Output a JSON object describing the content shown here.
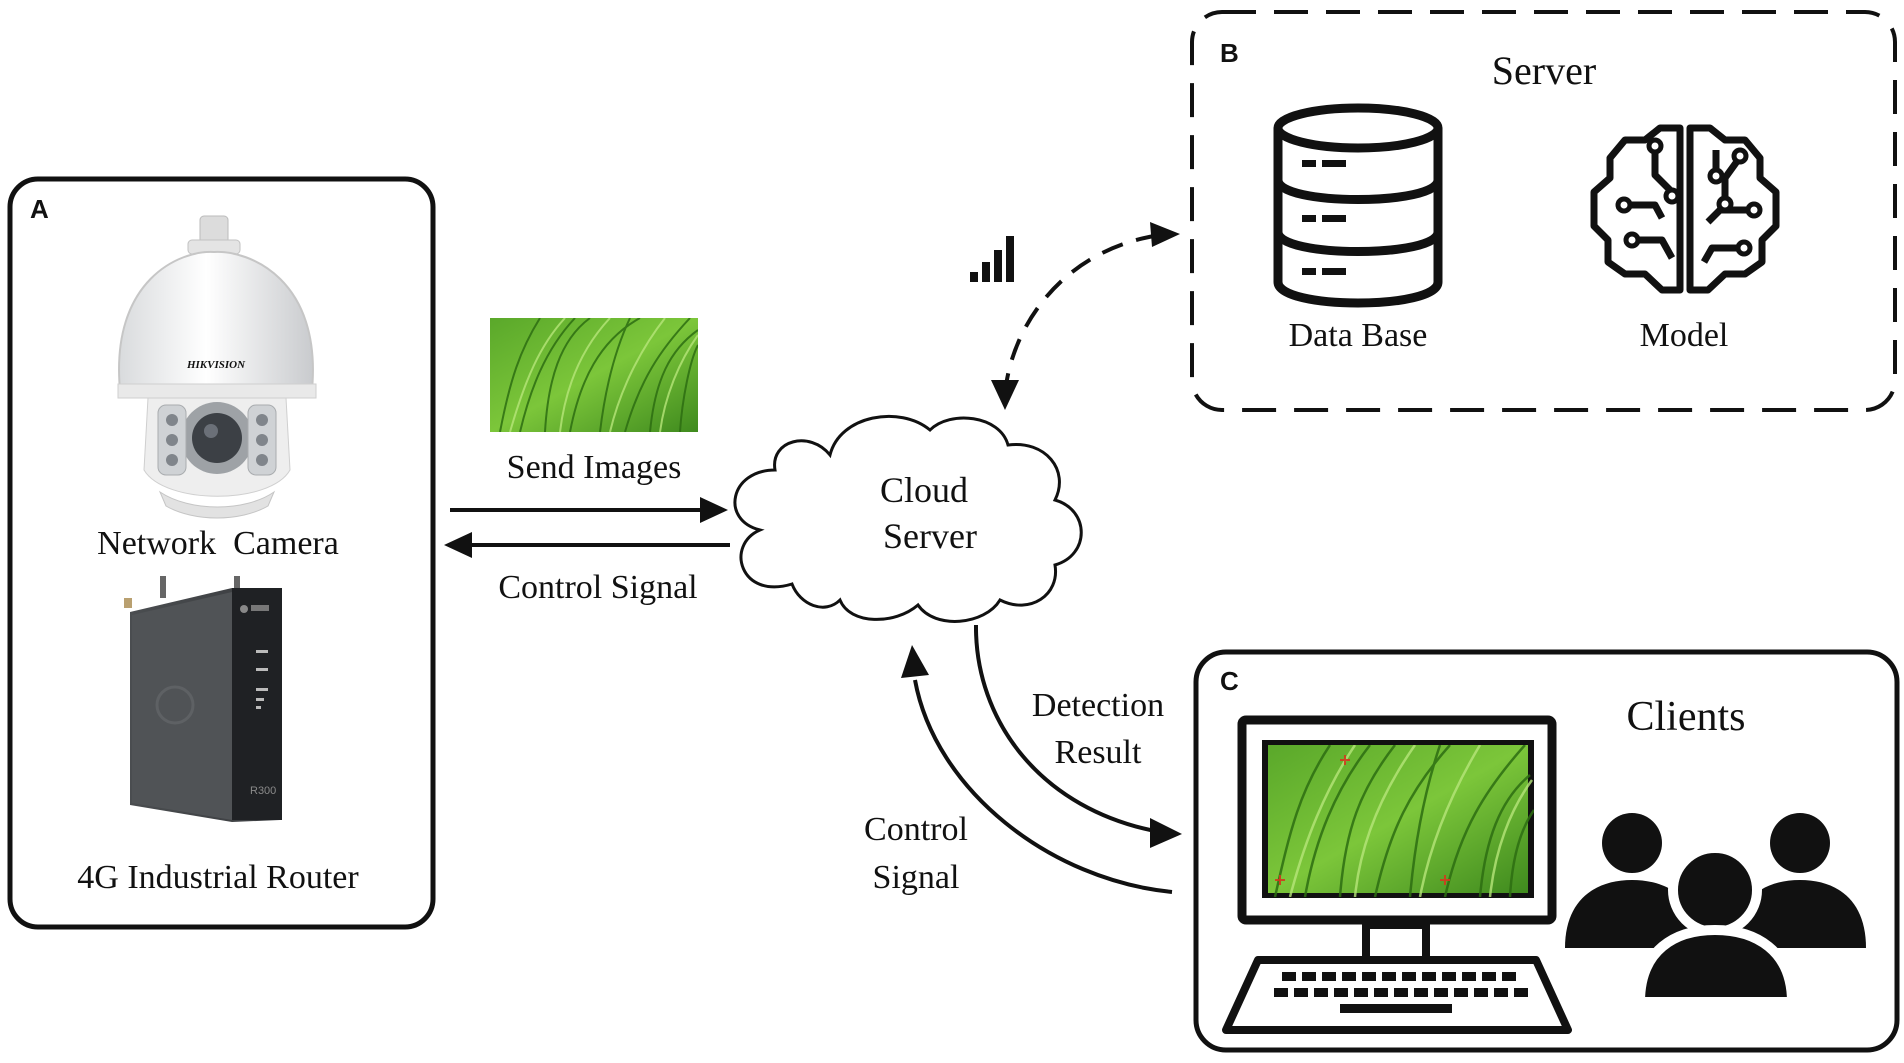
{
  "panels": {
    "a": {
      "letter": "A",
      "camera_label": "Network  Camera",
      "camera_brand": "HIKVISION",
      "router_label": "4G Industrial Router",
      "router_model": "R300"
    },
    "b": {
      "letter": "B",
      "title": "Server",
      "database_label": "Data Base",
      "model_label": "Model"
    },
    "c": {
      "letter": "C",
      "title": "Clients"
    }
  },
  "flows": {
    "send_images": "Send Images",
    "control_signal_left": "Control Signal",
    "cloud_line1": "Cloud",
    "cloud_line2": "Server",
    "detection_line1": "Detection",
    "detection_line2": "Result",
    "control_line1": "Control",
    "control_line2": "Signal"
  },
  "colors": {
    "stroke": "#111111",
    "grass_dark": "#3f8a1e",
    "grass_light": "#7cc63a"
  }
}
